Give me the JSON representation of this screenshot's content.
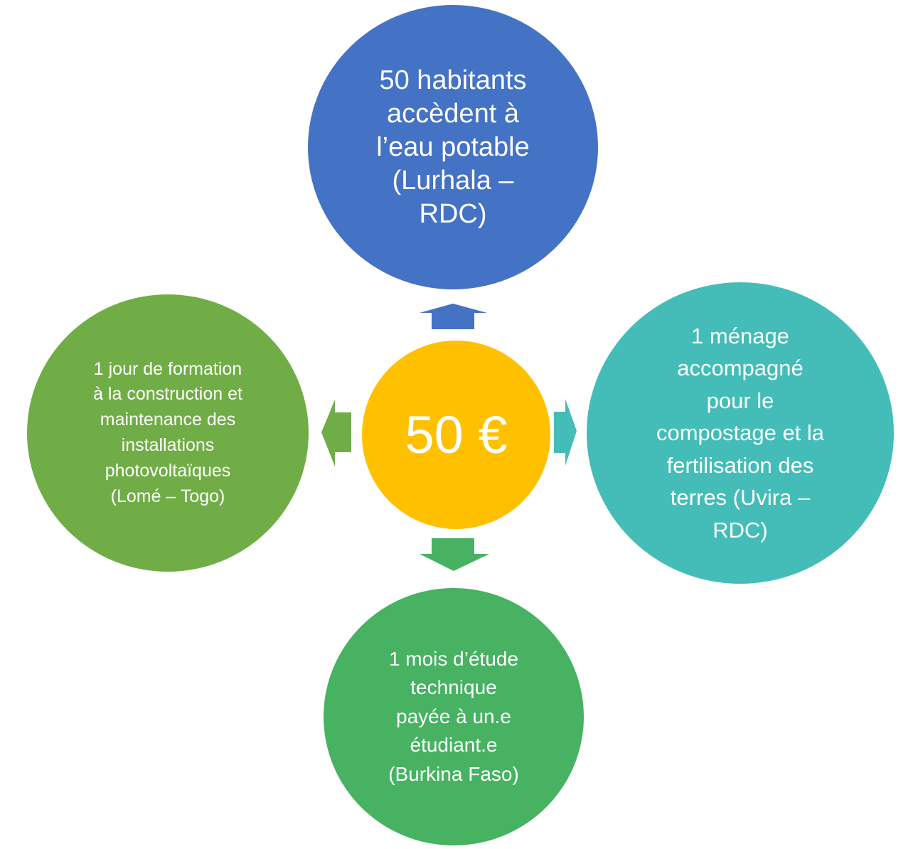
{
  "center": {
    "label": "50 €",
    "color": "#FFC000"
  },
  "nodes": {
    "top": {
      "label": "50 habitants\naccèdent à\nl’eau potable\n(Lurhala –\nRDC)",
      "color": "#4472C4"
    },
    "right": {
      "label": "1 ménage\naccompagné\npour le\ncompostage et la\nfertilisation des\nterres (Uvira –\nRDC)",
      "color": "#44BDB8"
    },
    "left": {
      "label": "1 jour de formation\nà la construction et\nmaintenance des\ninstallations\nphotovoltaïques\n(Lomé – Togo)",
      "color": "#70AD47"
    },
    "bottom": {
      "label": "1 mois d’étude\ntechnique\npayée à un.e\nétudiant.e\n(Burkina Faso)",
      "color": "#46B262"
    }
  }
}
